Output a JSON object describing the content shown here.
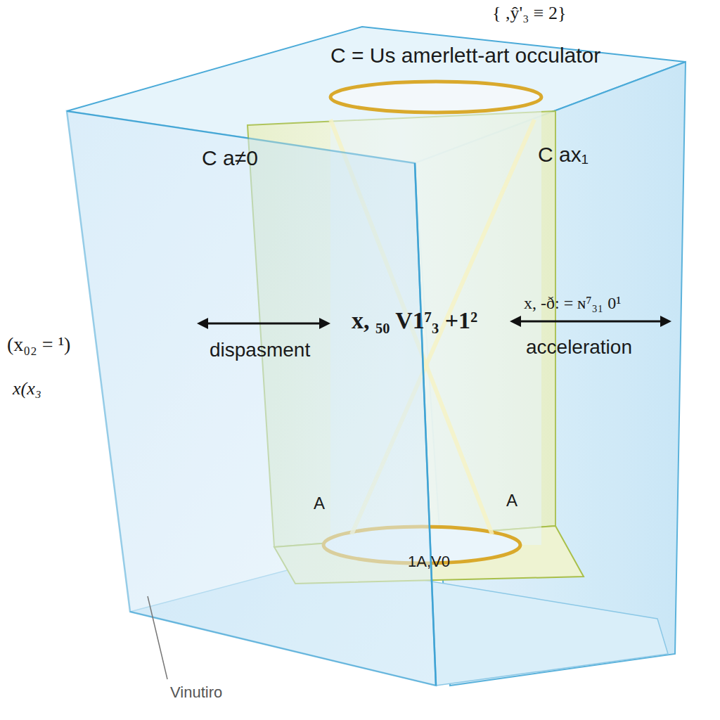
{
  "diagram": {
    "title": "C = Us amerlett-art occulator",
    "labels": [
      "{ ,ŷ'₃ ≡ 2}",
      "C a≠0",
      "C ax₁",
      "dispasment",
      "x, ₅₀ V1⁷₃ +1²",
      "x, -ð: = ɴ⁷₃₁ 0¹",
      "acceleration",
      "(x₀₂ = ¹)",
      "x(x₃",
      "A",
      "A",
      "1A,V0",
      "Vinutiro"
    ]
  }
}
